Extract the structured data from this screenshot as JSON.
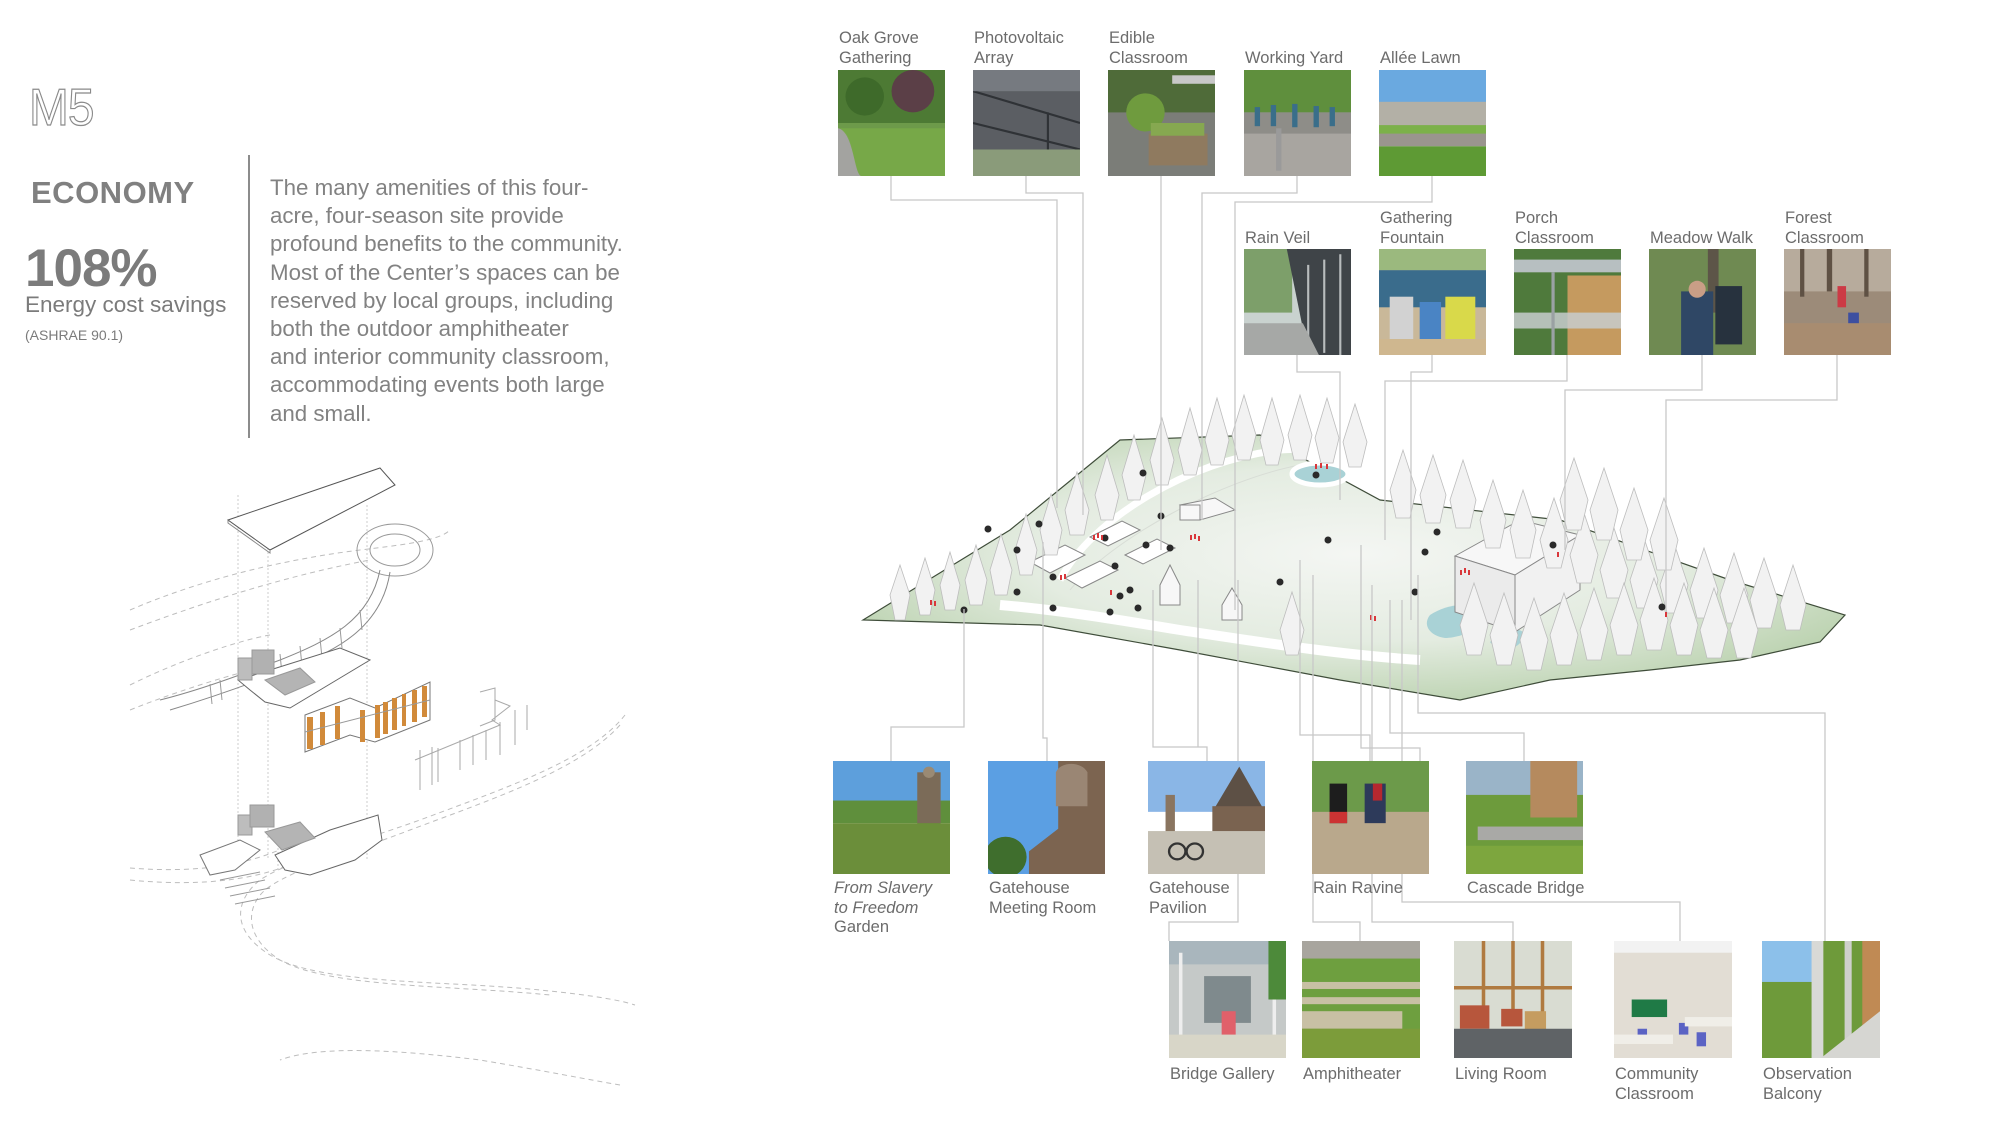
{
  "header": {
    "sheet_id": "M5",
    "category": "ECONOMY",
    "metric_value": "108%",
    "metric_label": "Energy cost savings",
    "metric_source": "(ASHRAE 90.1)"
  },
  "description": {
    "lines": [
      "The many amenities of this four-",
      "acre, four-season site provide",
      "profound benefits to the community.",
      "Most of the Center’s spaces can be",
      "reserved by local groups, including",
      "both the outdoor amphitheater",
      "and interior community classroom,",
      "accommodating events both large",
      "and small."
    ]
  },
  "colors": {
    "text_gray": "#6e6e6e",
    "leader_line": "#c8c8c8",
    "site_green": "#b9d1ad",
    "site_light": "#e9efe6",
    "tree_fill": "#f2f2f2",
    "water": "#a9d2d6",
    "people_red": "#d9373b",
    "wood_accent": "#d18a3a",
    "massing_gray": "#b5b5b5"
  },
  "photos": {
    "top_row": [
      {
        "line1": "Oak Grove",
        "line2": "Gathering"
      },
      {
        "line1": "Photovoltaic",
        "line2": "Array"
      },
      {
        "line1": "Edible",
        "line2": "Classroom"
      },
      {
        "line1": "",
        "line2": "Working Yard"
      },
      {
        "line1": "",
        "line2": "Allée Lawn"
      }
    ],
    "second_row": [
      {
        "line1": "",
        "line2": "Rain Veil"
      },
      {
        "line1": "Gathering",
        "line2": "Fountain"
      },
      {
        "line1": "Porch",
        "line2": "Classroom"
      },
      {
        "line1": "",
        "line2": "Meadow Walk"
      },
      {
        "line1": "Forest",
        "line2": "Classroom"
      }
    ],
    "third_row": [
      {
        "line1_italic": "From Slavery",
        "line2_italic": "to Freedom",
        "line3": "Garden"
      },
      {
        "line1": "Gatehouse",
        "line2": "Meeting Room"
      },
      {
        "line1": "Gatehouse",
        "line2": "Pavilion"
      },
      {
        "line1": "Rain Ravine",
        "line2": ""
      },
      {
        "line1": "Cascade Bridge",
        "line2": ""
      }
    ],
    "bottom_row": [
      {
        "line1": "Bridge Gallery",
        "line2": ""
      },
      {
        "line1": "Amphitheater",
        "line2": ""
      },
      {
        "line1": "Living Room",
        "line2": ""
      },
      {
        "line1": "Community",
        "line2": "Classroom"
      },
      {
        "line1": "Observation",
        "line2": "Balcony"
      }
    ]
  }
}
